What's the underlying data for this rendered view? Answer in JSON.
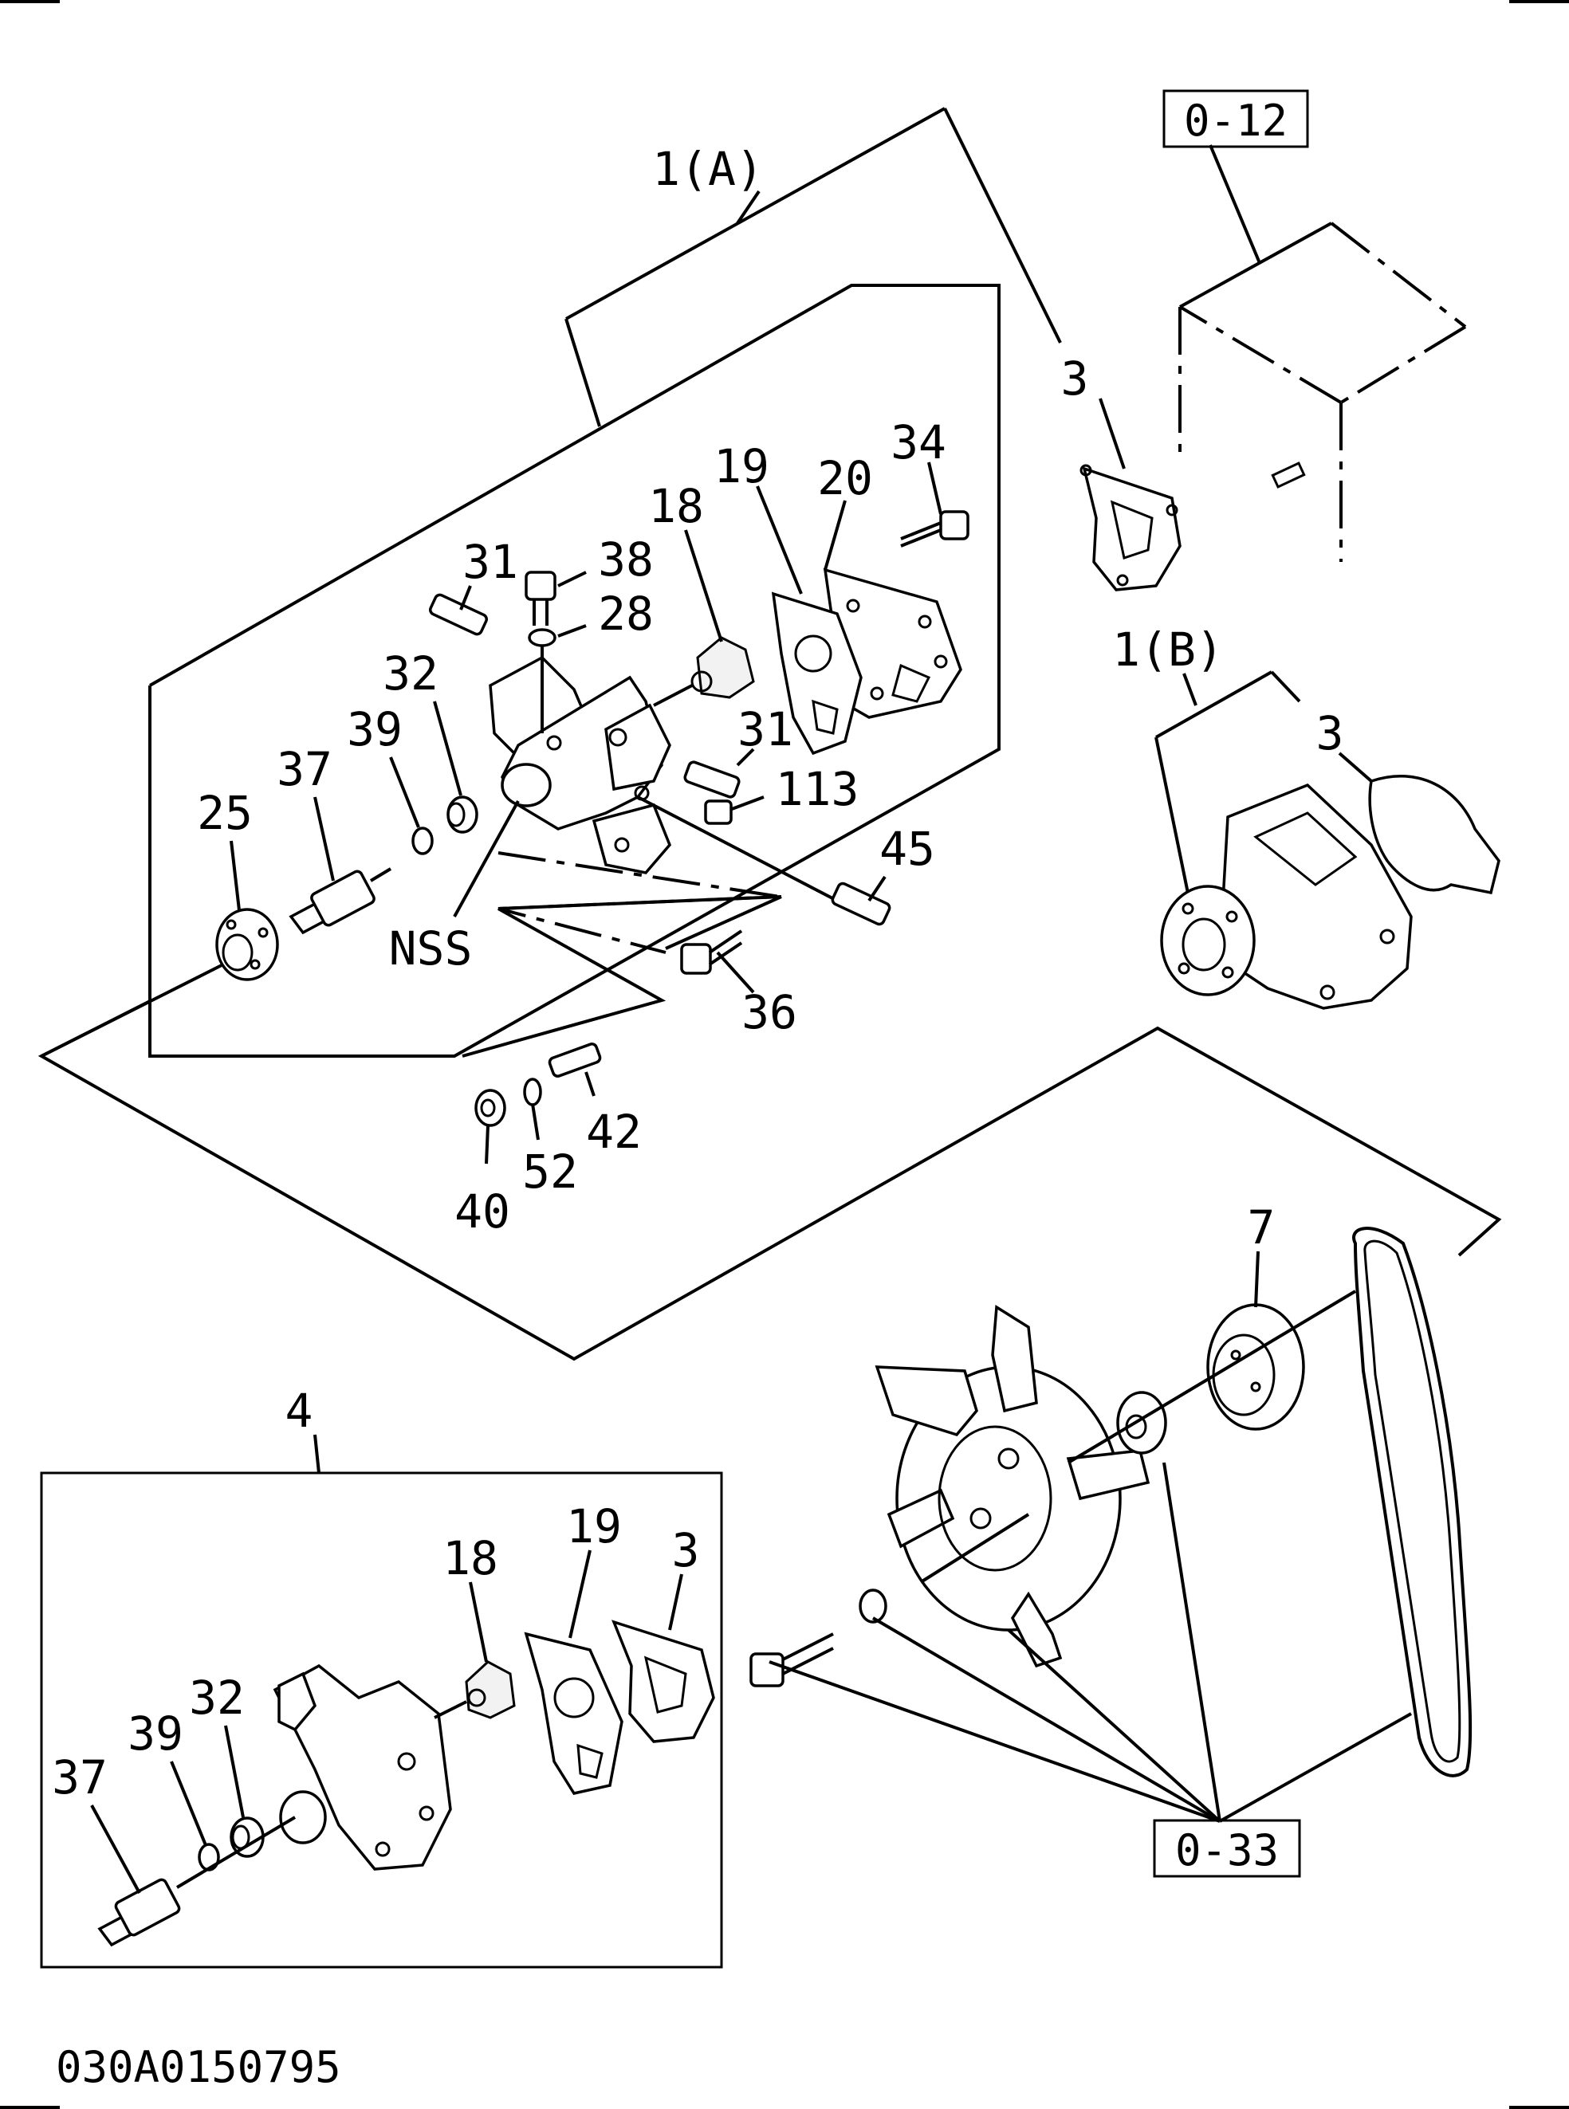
{
  "labels": {
    "l1a": "1(A)",
    "l1b": "1(B)",
    "l3_top": "3",
    "l3_1b": "3",
    "l3_kit": "3",
    "l4": "4",
    "l7": "7",
    "l18": "18",
    "l18_kit": "18",
    "l19": "19",
    "l19_kit": "19",
    "l20": "20",
    "l25": "25",
    "l28": "28",
    "l31a": "31",
    "l31b": "31",
    "l32": "32",
    "l32_kit": "32",
    "l34": "34",
    "l36": "36",
    "l37": "37",
    "l37_kit": "37",
    "l38": "38",
    "l39": "39",
    "l39_kit": "39",
    "l40": "40",
    "l42": "42",
    "l45": "45",
    "l52": "52",
    "l113": "113",
    "nss": "NSS"
  },
  "refs": {
    "ref_012": "0-12",
    "ref_033": "0-33"
  },
  "drawing_code": "030A0150795"
}
